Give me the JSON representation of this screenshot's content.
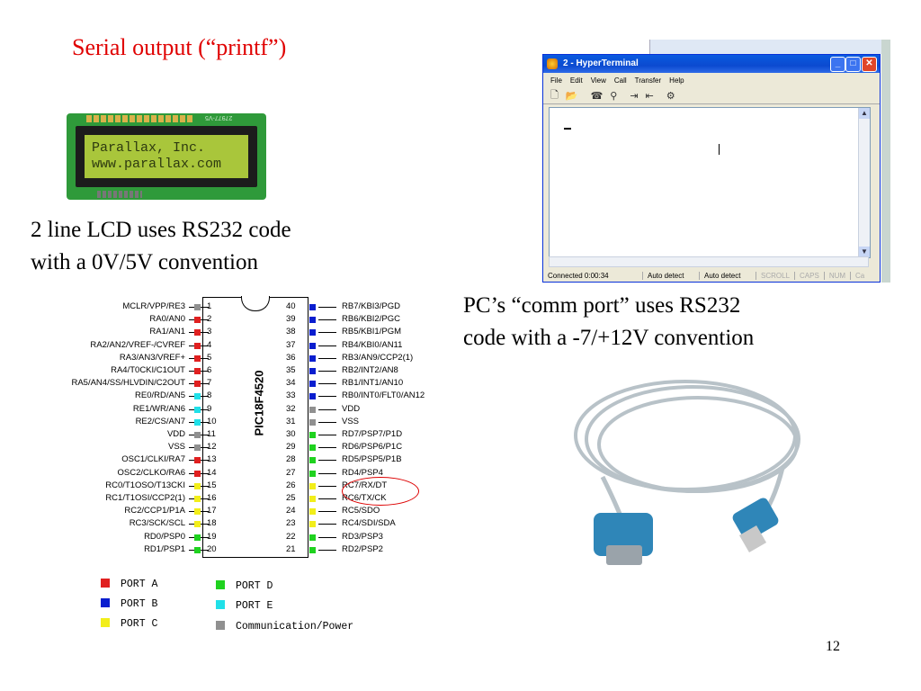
{
  "slide": {
    "title": "Serial output (“printf”)",
    "lcd_caption_line1": "2 line LCD uses RS232 code",
    "lcd_caption_line2": "with a 0V/5V convention",
    "pc_caption_line1": "PC’s “comm port” uses RS232",
    "pc_caption_line2": "code with a -7/+12V convention",
    "page_number": "12"
  },
  "lcd": {
    "line1": "Parallax, Inc.",
    "line2": "www.parallax.com",
    "board_tag": "27977-V5"
  },
  "hyperterminal": {
    "title": "2 - HyperTerminal",
    "menu": [
      "File",
      "Edit",
      "View",
      "Call",
      "Transfer",
      "Help"
    ],
    "status": {
      "connected": "Connected 0:00:34",
      "detect1": "Auto detect",
      "detect2": "Auto detect",
      "scroll": "SCROLL",
      "caps": "CAPS",
      "num": "NUM",
      "capture": "Ca"
    },
    "terminal_text": "_"
  },
  "chip": {
    "name": "PIC18F4520",
    "left_pins": [
      {
        "num": "1",
        "label": "MCLR/VPP/RE3",
        "port": "comm"
      },
      {
        "num": "2",
        "label": "RA0/AN0",
        "port": "A"
      },
      {
        "num": "3",
        "label": "RA1/AN1",
        "port": "A"
      },
      {
        "num": "4",
        "label": "RA2/AN2/VREF-/CVREF",
        "port": "A"
      },
      {
        "num": "5",
        "label": "RA3/AN3/VREF+",
        "port": "A"
      },
      {
        "num": "6",
        "label": "RA4/T0CKI/C1OUT",
        "port": "A"
      },
      {
        "num": "7",
        "label": "RA5/AN4/SS/HLVDIN/C2OUT",
        "port": "A"
      },
      {
        "num": "8",
        "label": "RE0/RD/AN5",
        "port": "E"
      },
      {
        "num": "9",
        "label": "RE1/WR/AN6",
        "port": "E"
      },
      {
        "num": "10",
        "label": "RE2/CS/AN7",
        "port": "E"
      },
      {
        "num": "11",
        "label": "VDD",
        "port": "comm"
      },
      {
        "num": "12",
        "label": "VSS",
        "port": "comm"
      },
      {
        "num": "13",
        "label": "OSC1/CLKI/RA7",
        "port": "A"
      },
      {
        "num": "14",
        "label": "OSC2/CLKO/RA6",
        "port": "A"
      },
      {
        "num": "15",
        "label": "RC0/T1OSO/T13CKI",
        "port": "C"
      },
      {
        "num": "16",
        "label": "RC1/T1OSI/CCP2(1)",
        "port": "C"
      },
      {
        "num": "17",
        "label": "RC2/CCP1/P1A",
        "port": "C"
      },
      {
        "num": "18",
        "label": "RC3/SCK/SCL",
        "port": "C"
      },
      {
        "num": "19",
        "label": "RD0/PSP0",
        "port": "D"
      },
      {
        "num": "20",
        "label": "RD1/PSP1",
        "port": "D"
      }
    ],
    "right_pins": [
      {
        "num": "40",
        "label": "RB7/KBI3/PGD",
        "port": "B"
      },
      {
        "num": "39",
        "label": "RB6/KBI2/PGC",
        "port": "B"
      },
      {
        "num": "38",
        "label": "RB5/KBI1/PGM",
        "port": "B"
      },
      {
        "num": "37",
        "label": "RB4/KBI0/AN11",
        "port": "B"
      },
      {
        "num": "36",
        "label": "RB3/AN9/CCP2(1)",
        "port": "B"
      },
      {
        "num": "35",
        "label": "RB2/INT2/AN8",
        "port": "B"
      },
      {
        "num": "34",
        "label": "RB1/INT1/AN10",
        "port": "B"
      },
      {
        "num": "33",
        "label": "RB0/INT0/FLT0/AN12",
        "port": "B"
      },
      {
        "num": "32",
        "label": "VDD",
        "port": "comm"
      },
      {
        "num": "31",
        "label": "VSS",
        "port": "comm"
      },
      {
        "num": "30",
        "label": "RD7/PSP7/P1D",
        "port": "D"
      },
      {
        "num": "29",
        "label": "RD6/PSP6/P1C",
        "port": "D"
      },
      {
        "num": "28",
        "label": "RD5/PSP5/P1B",
        "port": "D"
      },
      {
        "num": "27",
        "label": "RD4/PSP4",
        "port": "D"
      },
      {
        "num": "26",
        "label": "RC7/RX/DT",
        "port": "C"
      },
      {
        "num": "25",
        "label": "RC6/TX/CK",
        "port": "C"
      },
      {
        "num": "24",
        "label": "RC5/SDO",
        "port": "C"
      },
      {
        "num": "23",
        "label": "RC4/SDI/SDA",
        "port": "C"
      },
      {
        "num": "22",
        "label": "RD3/PSP3",
        "port": "D"
      },
      {
        "num": "21",
        "label": "RD2/PSP2",
        "port": "D"
      }
    ]
  },
  "legend": [
    {
      "label": "PORT A",
      "color": "#e02020"
    },
    {
      "label": "PORT B",
      "color": "#0a1ecf"
    },
    {
      "label": "PORT C",
      "color": "#f2ee1a"
    },
    {
      "label": "PORT D",
      "color": "#1fd21f"
    },
    {
      "label": "PORT E",
      "color": "#20e0e8"
    },
    {
      "label": "Communication/Power",
      "color": "#909090"
    }
  ],
  "port_colors": {
    "A": "#e02020",
    "B": "#0a1ecf",
    "C": "#f2ee1a",
    "D": "#1fd21f",
    "E": "#20e0e8",
    "comm": "#909090"
  }
}
